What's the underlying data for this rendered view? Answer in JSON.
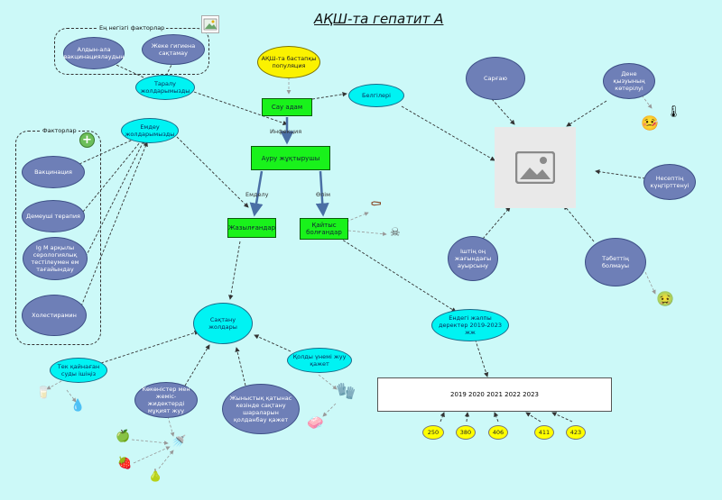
{
  "title": "АҚШ-та гепатит А",
  "group_top": {
    "label": "Ең негізгі факторлар",
    "items": [
      "Алдын-ала вакцинациялаудың",
      "Жеке гигиена сақтамау"
    ]
  },
  "group_left": {
    "label": "Факторлар",
    "items": [
      "Вакцинация",
      "Демеуші терапия",
      "Ig M арқылы серологиялық тестілеумен ем тағайындау",
      "Холестирамин"
    ]
  },
  "nodes": {
    "taralu": "Таралу жолдарымызды",
    "emdeu": "Емдеу жолдарымызды",
    "population": "АҚШ-та бастапқы популяция",
    "sau_adam": "Сау адам",
    "belgileri": "Белгілері",
    "auru": "Ауру жұқтырушы",
    "zhazylgandar": "Жазылғандар",
    "kaitys": "Қайтыс болғандар",
    "saktanu": "Сақтану жолдары",
    "endegi": "Ендегі жалпы деректер 2019-2023 жж",
    "tek_kainagan": "Тек қайнаған суды ішіңіз",
    "kokonister": "Көкөністер мен жеміс-жидектерді мұқият жуу",
    "zhynystyk": "Жыныстық қатынас кезінде сақтану шараларын қолданбау қажет",
    "koldy": "Қолды үнемі жуу қажет"
  },
  "symptoms": {
    "sargau": "Сарғаю",
    "dene": "Дене қызуының көтерілуі",
    "nesep": "Несептің күңгірттенуі",
    "tabet": "Тәбеттің болмауы",
    "ishtin": "Іштің оң жағындағы ауырсыну"
  },
  "edge_labels": {
    "infeksia": "Инфекция",
    "emdelu": "Емделу",
    "olim": "Өлім"
  },
  "table": {
    "years_text": "2019 2020 2021 2022 2023",
    "values": [
      "250",
      "380",
      "406",
      "411",
      "423"
    ]
  },
  "icons": {
    "image_placeholder": "image-placeholder-icon",
    "broken_image": "broken-image-icon",
    "add": "add-icon",
    "coffin": "⚰",
    "skull": "☠",
    "thermometer": "🌡",
    "sick_face": "🤒",
    "nausea_face": "🤢",
    "glass": "🥛",
    "drop": "💧",
    "shower": "🚿",
    "apple": "🍏",
    "strawberry": "🍓",
    "pear": "🍐",
    "gloves": "🧤",
    "soap": "🧼"
  }
}
